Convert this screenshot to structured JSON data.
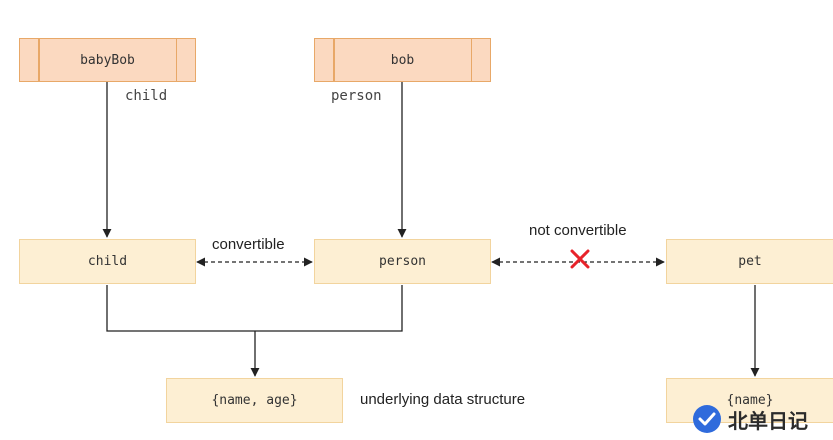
{
  "variables": {
    "babyBob": {
      "label": "babyBob",
      "type_annotation": "child"
    },
    "bob": {
      "label": "bob",
      "type_annotation": "person"
    }
  },
  "types": {
    "child": "child",
    "person": "person",
    "pet": "pet",
    "name_age": "{name, age}",
    "name_only": "{name}"
  },
  "relations": {
    "convertible": "convertible",
    "not_convertible": "not convertible",
    "underlying": "underlying data structure"
  },
  "watermark": {
    "text": "北单日记"
  },
  "colors": {
    "variable_fill": "#fbd9c0",
    "variable_border": "#e8a868",
    "type_fill": "#fdefd3",
    "type_border": "#f2d49e",
    "cross": "#e8232a",
    "watermark_icon": "#2f6bdc"
  }
}
